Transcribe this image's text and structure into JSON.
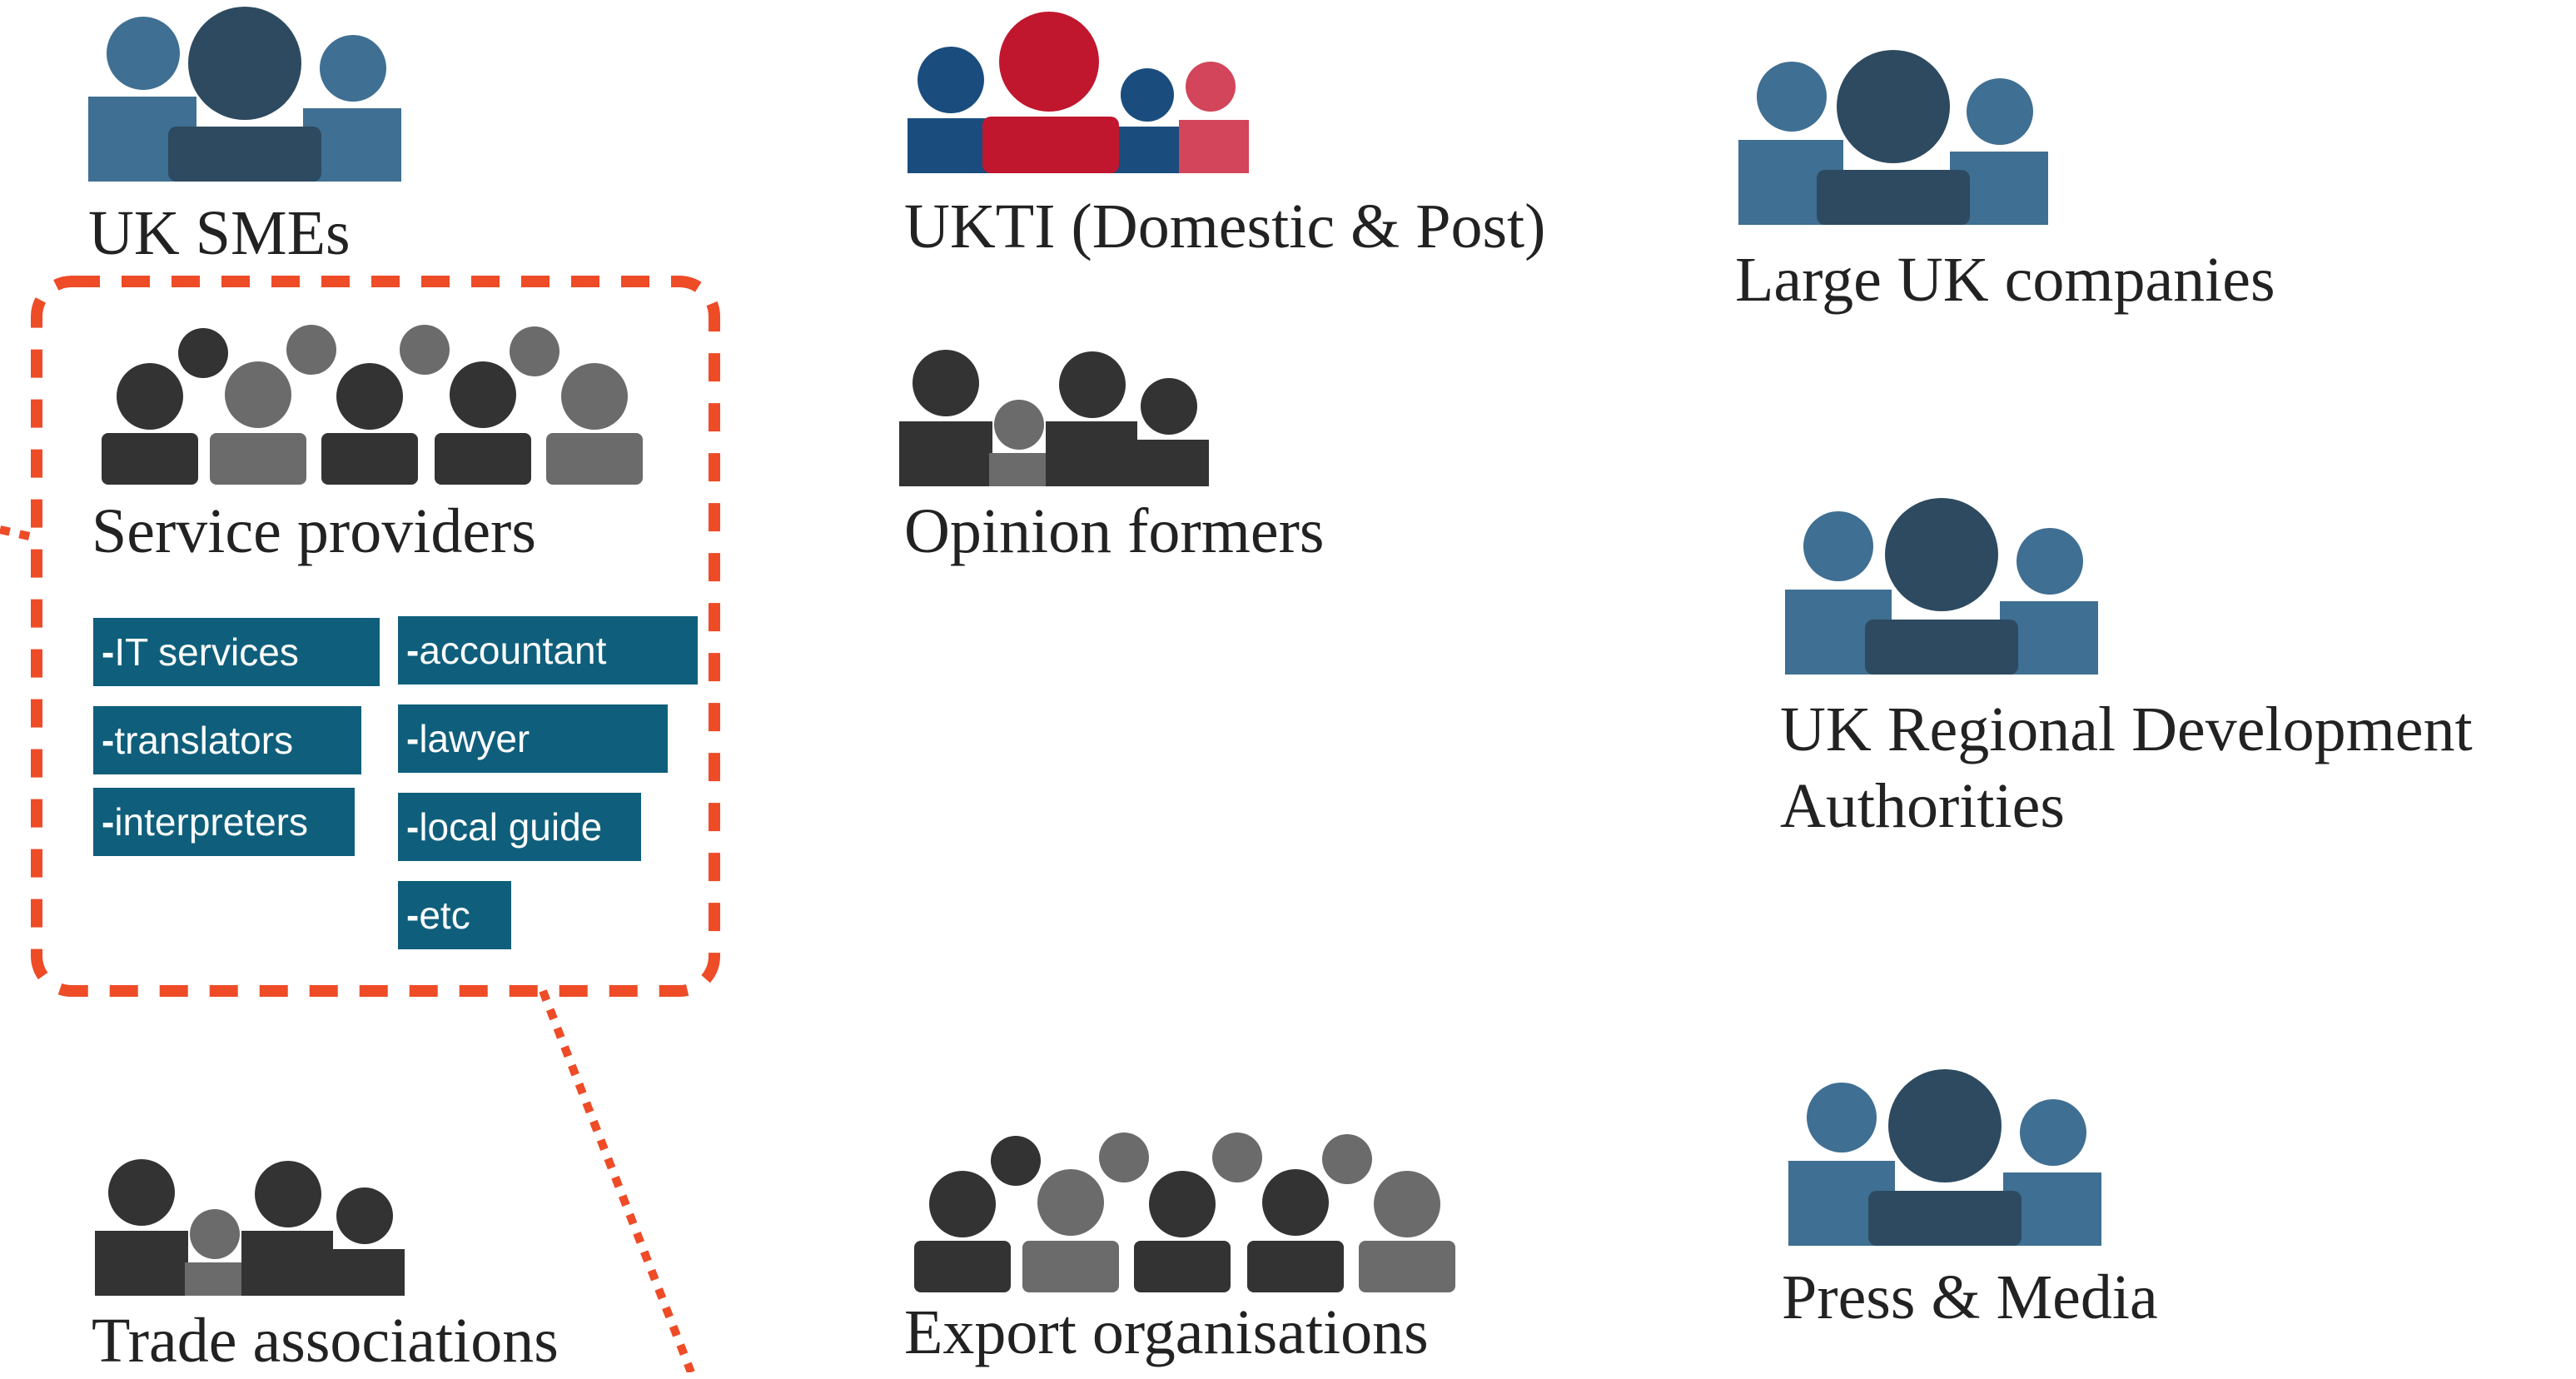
{
  "groups": {
    "uk_smes": "UK SMEs",
    "ukti": "UKTI (Domestic & Post)",
    "large_uk_companies": "Large UK companies",
    "service_providers": "Service providers",
    "opinion_formers": "Opinion formers",
    "uk_regional": {
      "line1": "UK Regional Development",
      "line2": "Authorities"
    },
    "trade_associations": "Trade associations",
    "export_organisations": "Export organisations",
    "press_media": "Press & Media"
  },
  "service_tags": {
    "col1": [
      "IT services",
      "translators",
      "interpreters"
    ],
    "col2": [
      "accountant",
      "lawyer",
      "local guide",
      "etc"
    ],
    "dash": "-"
  },
  "colors": {
    "blue_light": "#3f6f92",
    "blue_dark": "#2d4a60",
    "red": "#c0172f",
    "red_light": "#d2455a",
    "navy": "#1a4d7e",
    "gray_dark": "#333333",
    "gray_mid": "#6b6b6b",
    "tag_bg": "#0f5f7c",
    "highlight": "#ee4b27"
  },
  "icons": {
    "uk_smes": "people-blue-icon",
    "ukti": "people-red-blue-icon",
    "large_uk_companies": "people-blue-icon",
    "service_providers": "crowd-gray-icon",
    "opinion_formers": "people-gray-icon",
    "uk_regional": "people-blue-icon",
    "trade_associations": "people-gray-icon",
    "export_organisations": "crowd-gray-icon",
    "press_media": "people-blue-icon"
  }
}
